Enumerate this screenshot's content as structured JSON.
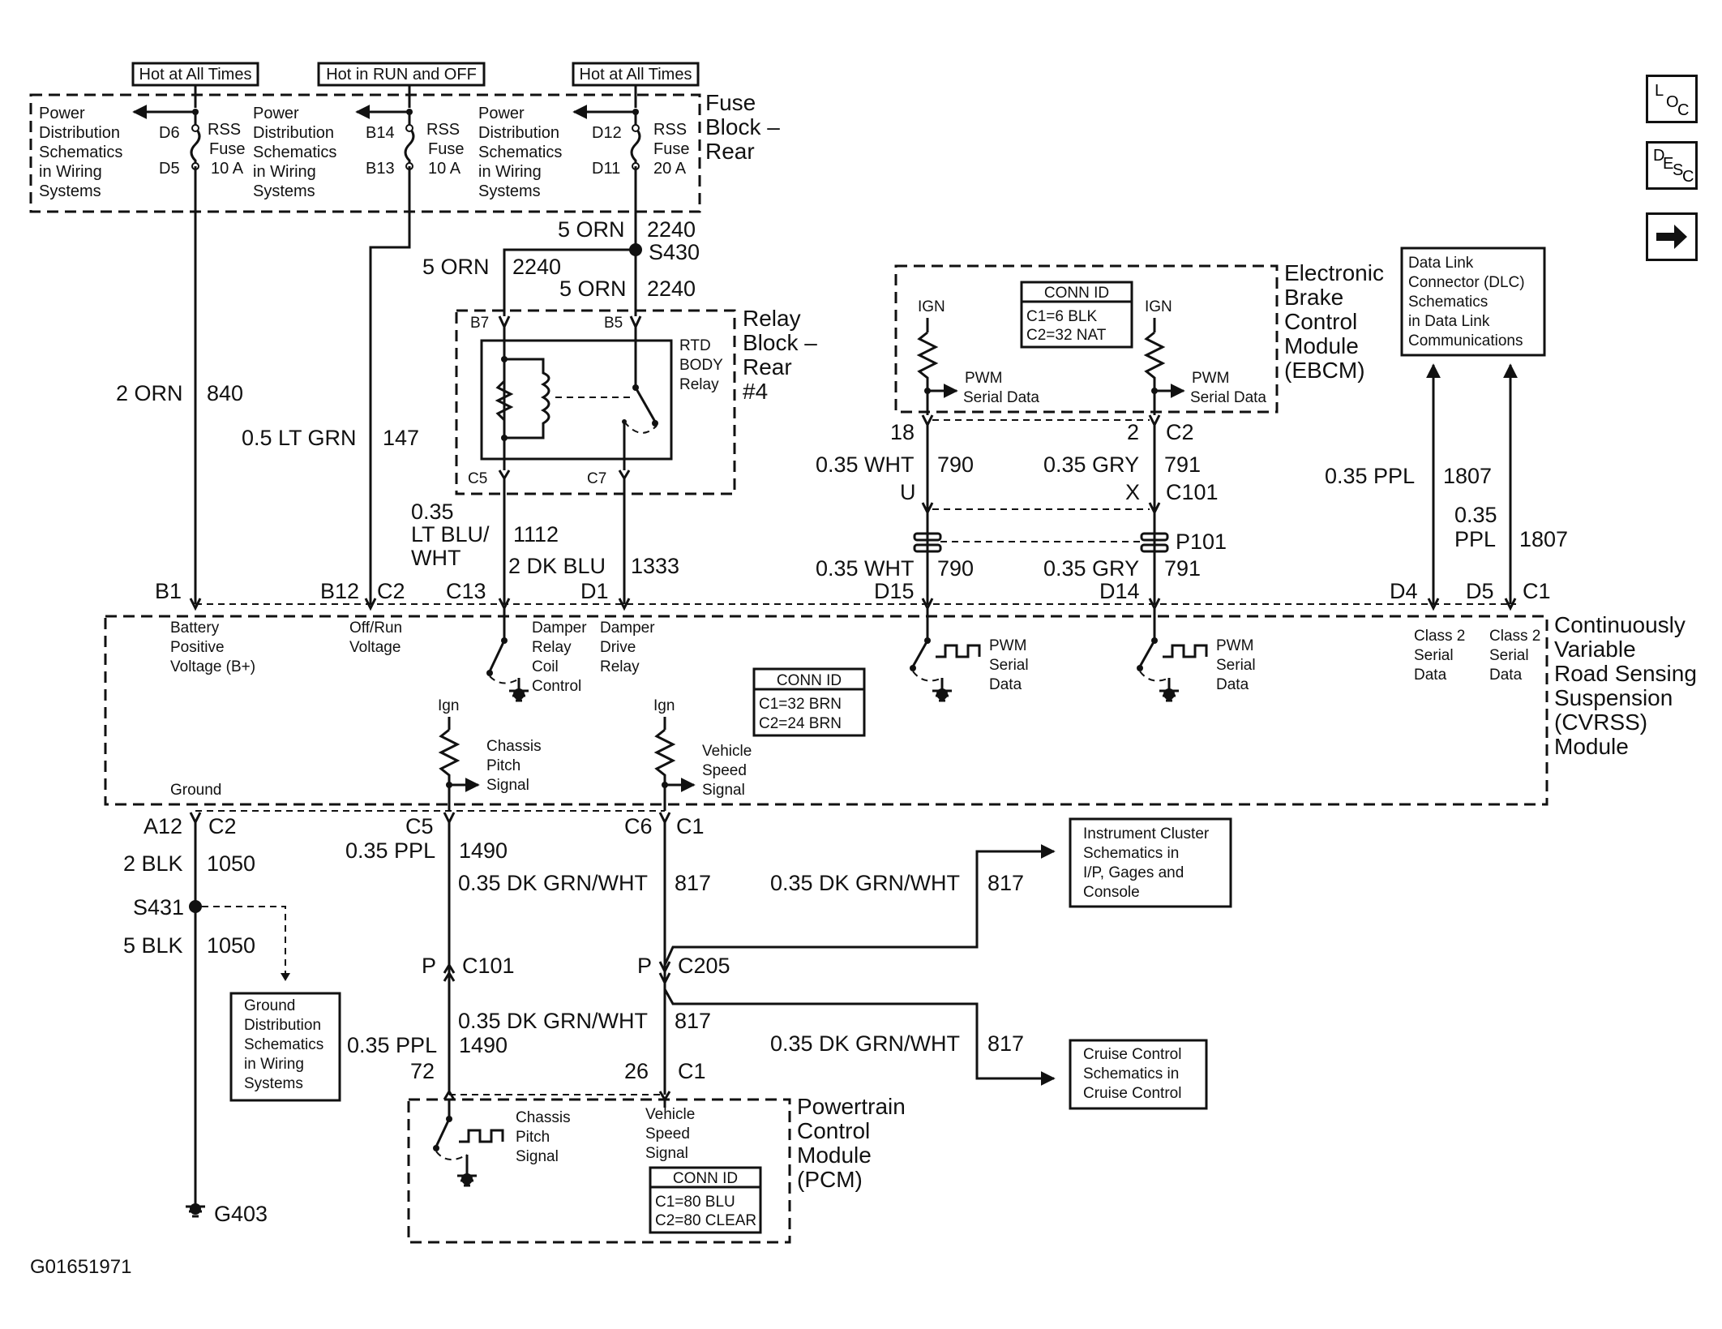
{
  "fuse_block": {
    "title": [
      "Fuse",
      "Block –",
      "Rear"
    ],
    "hot_labels": [
      "Hot at All Times",
      "Hot in RUN and OFF",
      "Hot at All Times"
    ],
    "power_dist": [
      "Power",
      "Distribution",
      "Schematics",
      "in Wiring",
      "Systems"
    ],
    "fuses": [
      {
        "top_pin": "D6",
        "bottom_pin": "D5",
        "name": "RSS",
        "word": "Fuse",
        "amp": "10 A"
      },
      {
        "top_pin": "B14",
        "bottom_pin": "B13",
        "name": "RSS",
        "word": "Fuse",
        "amp": "10 A"
      },
      {
        "top_pin": "D12",
        "bottom_pin": "D11",
        "name": "RSS",
        "word": "Fuse",
        "amp": "20 A"
      }
    ]
  },
  "wires": {
    "orn_2240_a": {
      "gauge": "5 ORN",
      "circuit": "2240",
      "splice": "S430"
    },
    "orn_2240_b": {
      "gauge": "5 ORN",
      "circuit": "2240"
    },
    "orn_2240_c": {
      "gauge": "5 ORN",
      "circuit": "2240"
    },
    "orn_840": {
      "gauge": "2 ORN",
      "circuit": "840"
    },
    "ltgrn_147": {
      "gauge": "0.5 LT GRN",
      "circuit": "147"
    },
    "ltbluwht_1112": {
      "gauge": [
        "0.35",
        "LT BLU/",
        "WHT"
      ],
      "circuit": "1112"
    },
    "dkblu_1333": {
      "gauge": "2 DK BLU",
      "circuit": "1333"
    },
    "wht_790_a": {
      "gauge": "0.35 WHT",
      "circuit": "790"
    },
    "wht_790_b": {
      "gauge": "0.35 WHT",
      "circuit": "790"
    },
    "gry_791_a": {
      "gauge": "0.35 GRY",
      "circuit": "791"
    },
    "gry_791_b": {
      "gauge": "0.35 GRY",
      "circuit": "791"
    },
    "ppl_1807_a": {
      "gauge": "0.35 PPL",
      "circuit": "1807"
    },
    "ppl_1807_b": {
      "gauge": [
        "0.35",
        "PPL"
      ],
      "circuit": "1807"
    },
    "blk_1050_a": {
      "gauge": "2 BLK",
      "circuit": "1050"
    },
    "blk_1050_b": {
      "gauge": "5 BLK",
      "circuit": "1050"
    },
    "ppl_1490_a": {
      "gauge": "0.35 PPL",
      "circuit": "1490"
    },
    "ppl_1490_b": {
      "gauge": "0.35 PPL",
      "circuit": "1490"
    },
    "dkgrnwht_817_a": {
      "gauge": "0.35 DK GRN/WHT",
      "circuit": "817"
    },
    "dkgrnwht_817_b": {
      "gauge": "0.35 DK GRN/WHT",
      "circuit": "817"
    },
    "dkgrnwht_817_c": {
      "gauge": "0.35 DK GRN/WHT",
      "circuit": "817"
    },
    "dkgrnwht_817_d": {
      "gauge": "0.35 DK GRN/WHT",
      "circuit": "817"
    }
  },
  "relay_block": {
    "title": [
      "Relay",
      "Block –",
      "Rear",
      "#4"
    ],
    "relay": [
      "RTD",
      "BODY",
      "Relay"
    ],
    "pins": [
      "B7",
      "B5",
      "C5",
      "C7"
    ]
  },
  "ebcm": {
    "title": [
      "Electronic",
      "Brake",
      "Control",
      "Module",
      "(EBCM)"
    ],
    "conn_id": {
      "header": "CONN ID",
      "lines": [
        "C1=6 BLK",
        "C2=32 NAT"
      ]
    },
    "ign": "IGN",
    "pwm": [
      "PWM",
      "Serial Data"
    ],
    "pins": {
      "left": "18",
      "right": "2",
      "right_conn": "C2"
    }
  },
  "dlc": {
    "lines": [
      "Data Link",
      "Connector (DLC)",
      "Schematics",
      "in Data Link",
      "Communications"
    ]
  },
  "inline": {
    "u": "U",
    "x": "X",
    "c101": "C101",
    "p101": "P101"
  },
  "cvrss": {
    "title": [
      "Continuously",
      "Variable",
      "Road Sensing",
      "Suspension",
      "(CVRSS)",
      "Module"
    ],
    "top_pins": {
      "b1": "B1",
      "b12": "B12",
      "c2": "C2",
      "c13": "C13",
      "d1": "D1",
      "d15": "D15",
      "d14": "D14",
      "d4": "D4",
      "d5": "D5",
      "c1": "C1"
    },
    "batt": [
      "Battery",
      "Positive",
      "Voltage (B+)"
    ],
    "offrun": [
      "Off/Run",
      "Voltage"
    ],
    "damper_coil": [
      "Damper",
      "Relay",
      "Coil",
      "Control"
    ],
    "damper_drive": [
      "Damper",
      "Drive",
      "Relay"
    ],
    "pwm_serial": [
      "PWM",
      "Serial",
      "Data"
    ],
    "class2": [
      "Class 2",
      "Serial",
      "Data"
    ],
    "conn_id": {
      "header": "CONN ID",
      "lines": [
        "C1=32 BRN",
        "C2=24 BRN"
      ]
    },
    "ign": "Ign",
    "chassis_pitch": [
      "Chassis",
      "Pitch",
      "Signal"
    ],
    "vehicle_speed": [
      "Vehicle",
      "Speed",
      "Signal"
    ],
    "ground": "Ground",
    "bottom_pins": {
      "a12": "A12",
      "c2": "C2",
      "c5": "C5",
      "c6": "C6",
      "c1": "C1"
    }
  },
  "lower": {
    "s431": "S431",
    "ground_dist": [
      "Ground",
      "Distribution",
      "Schematics",
      "in Wiring",
      "Systems"
    ],
    "g403": "G403",
    "c101_left": {
      "pin": "P",
      "conn": "C101"
    },
    "c205": {
      "pin": "P",
      "conn": "C205"
    },
    "pcm_pins": {
      "p72": "72",
      "p26": "26",
      "c1": "C1"
    },
    "ipc": [
      "Instrument Cluster",
      "Schematics in",
      "I/P, Gages and",
      "Console"
    ],
    "cruise": [
      "Cruise Control",
      "Schematics in",
      "Cruise Control"
    ]
  },
  "pcm": {
    "title": [
      "Powertrain",
      "Control",
      "Module",
      "(PCM)"
    ],
    "chassis": [
      "Chassis",
      "Pitch",
      "Signal"
    ],
    "vehicle": [
      "Vehicle",
      "Speed",
      "Signal"
    ],
    "conn_id": {
      "header": "CONN ID",
      "lines": [
        "C1=80 BLU",
        "C2=80 CLEAR"
      ]
    }
  },
  "figure_id": "G01651971",
  "nav": {
    "loc": [
      "L",
      "O",
      "C"
    ],
    "desc": [
      "D",
      "E",
      "S",
      "C"
    ],
    "next_icon": "right-arrow-icon"
  }
}
